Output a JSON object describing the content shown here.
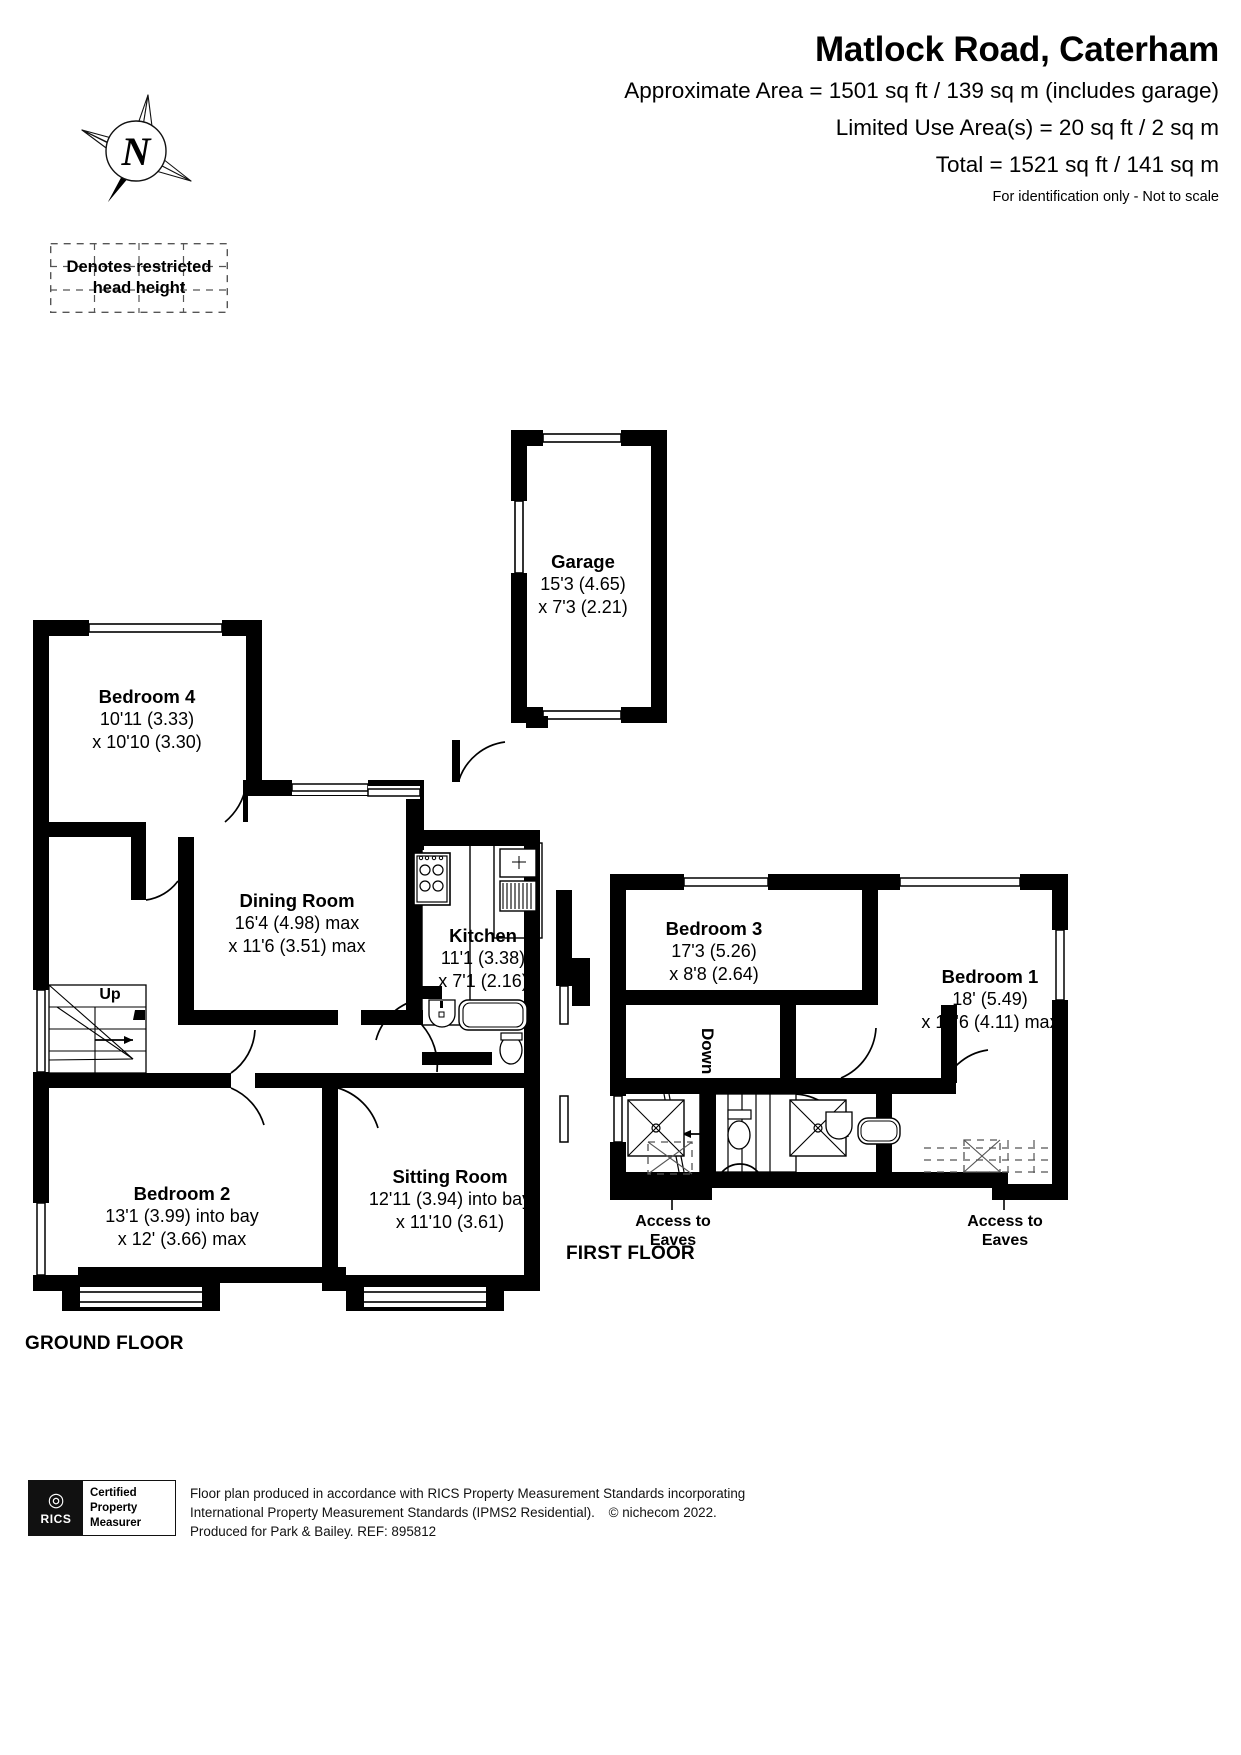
{
  "header": {
    "title": "Matlock Road, Caterham",
    "approx_area": "Approximate Area = 1501 sq ft / 139 sq m (includes garage)",
    "limited_use": "Limited Use Area(s) = 20 sq ft / 2 sq m",
    "total": "Total = 1521 sq ft / 141 sq m",
    "disclaimer": "For identification only - Not to scale"
  },
  "compass": {
    "label": "N",
    "icon": "compass-north-icon"
  },
  "key": {
    "line1": "Denotes restricted",
    "line2": "head height"
  },
  "floors": {
    "ground": "GROUND FLOOR",
    "first": "FIRST FLOOR"
  },
  "rooms": [
    {
      "name": "Garage",
      "dim1": "15'3 (4.65)",
      "dim2": "x 7'3 (2.21)"
    },
    {
      "name": "Bedroom 4",
      "dim1": "10'11 (3.33)",
      "dim2": "x 10'10 (3.30)"
    },
    {
      "name": "Dining Room",
      "dim1": "16'4 (4.98) max",
      "dim2": "x 11'6 (3.51) max"
    },
    {
      "name": "Kitchen",
      "dim1": "11'1 (3.38)",
      "dim2": "x 7'1 (2.16)"
    },
    {
      "name": "Bedroom 2",
      "dim1": "13'1 (3.99) into bay",
      "dim2": "x 12' (3.66) max"
    },
    {
      "name": "Sitting Room",
      "dim1": "12'11 (3.94) into bay",
      "dim2": "x 11'10 (3.61)"
    },
    {
      "name": "Bedroom 3",
      "dim1": "17'3 (5.26)",
      "dim2": "x 8'8 (2.64)"
    },
    {
      "name": "Bedroom 1",
      "dim1": "18' (5.49)",
      "dim2": "x 13'6 (4.11) max"
    }
  ],
  "annotations": {
    "up": "Up",
    "down": "Down",
    "eaves_left": "Access to\nEaves",
    "eaves_left_l1": "Access to",
    "eaves_left_l2": "Eaves",
    "eaves_right_l1": "Access to",
    "eaves_right_l2": "Eaves"
  },
  "footer": {
    "badge_word": "RICS",
    "badge_line1": "Certified",
    "badge_line2": "Property",
    "badge_line3": "Measurer",
    "line1": "Floor plan produced in accordance with RICS Property Measurement Standards incorporating",
    "line2_a": "International Property Measurement Standards (IPMS2 Residential).",
    "line2_copy": "© nichecom 2022.",
    "line3": "Produced for Park & Bailey.   REF:  895812"
  },
  "colors": {
    "wall": "#000000",
    "paper": "#ffffff",
    "text": "#000000"
  }
}
